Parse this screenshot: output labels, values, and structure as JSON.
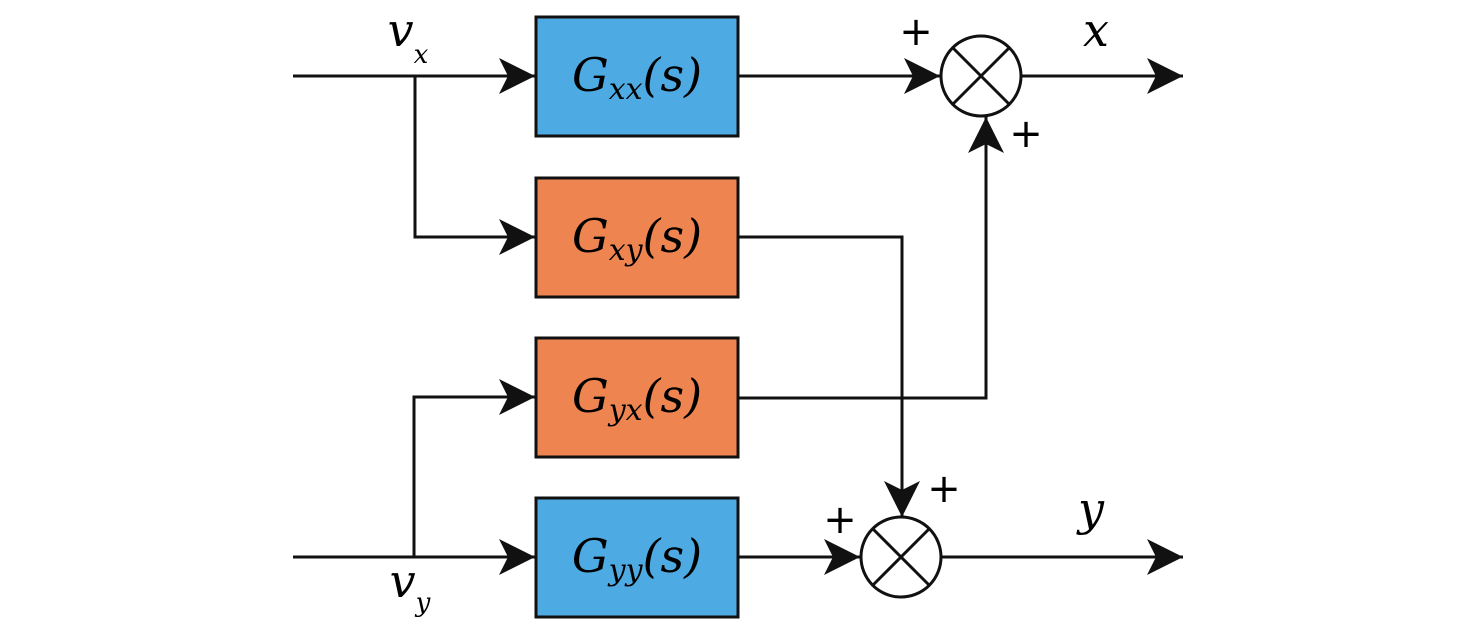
{
  "colors": {
    "direct_block": "#4eaae2",
    "cross_block": "#ee8550",
    "line": "#111111",
    "background": "#ffffff"
  },
  "inputs": {
    "vx": {
      "base": "v",
      "sub": "x"
    },
    "vy": {
      "base": "v",
      "sub": "y"
    }
  },
  "outputs": {
    "x": "x",
    "y": "y"
  },
  "blocks": {
    "gxx": {
      "base": "G",
      "sub": "xx",
      "arg": "(s)",
      "color": "#4eaae2"
    },
    "gxy": {
      "base": "G",
      "sub": "xy",
      "arg": "(s)",
      "color": "#ee8550"
    },
    "gyx": {
      "base": "G",
      "sub": "yx",
      "arg": "(s)",
      "color": "#ee8550"
    },
    "gyy": {
      "base": "G",
      "sub": "yy",
      "arg": "(s)",
      "color": "#4eaae2"
    }
  },
  "summers": {
    "top": {
      "symbol": "×",
      "left_sign": "+",
      "bottom_sign": "+"
    },
    "bottom": {
      "symbol": "×",
      "left_sign": "+",
      "top_sign": "+"
    }
  }
}
